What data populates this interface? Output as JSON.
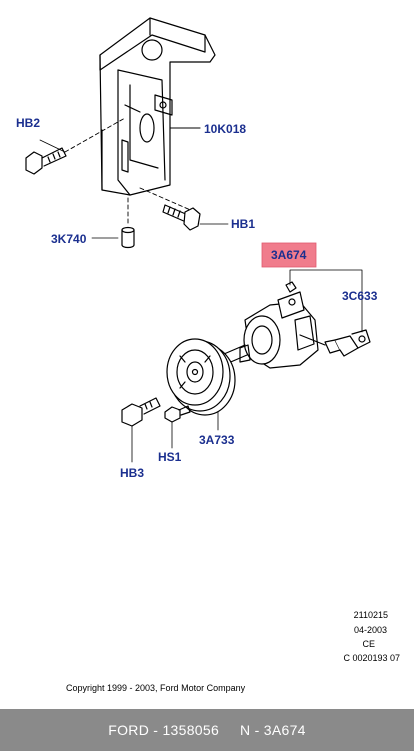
{
  "callouts": {
    "hb2": "HB2",
    "k10k018": "10K018",
    "hb1": "HB1",
    "k3k740": "3K740",
    "a3a674": "3A674",
    "c3c633": "3C633",
    "a3a733": "3A733",
    "hs1": "HS1",
    "hb3": "HB3"
  },
  "meta": {
    "line1": "2110215",
    "line2": "04-2003",
    "line3": "CE",
    "line4": "C 0020193 07"
  },
  "copyright": "Copyright 1999 - 2003, Ford Motor Company",
  "footer": {
    "part": "FORD - 1358056",
    "number": "N - 3A674"
  },
  "colors": {
    "callout": "#1b2f8f",
    "highlight": "#f07c8c",
    "footer_bg": "#8a8a8a"
  }
}
